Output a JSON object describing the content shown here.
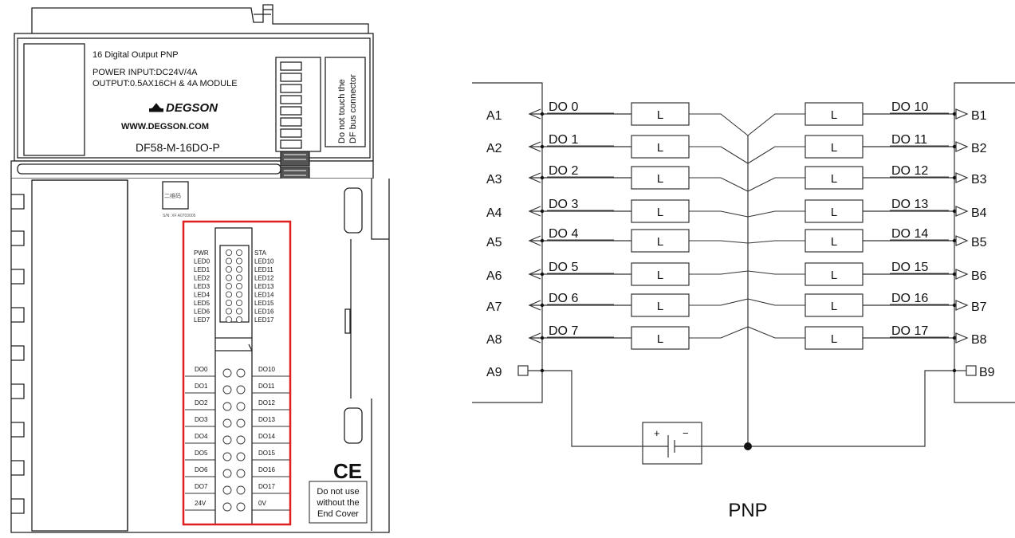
{
  "module": {
    "product_line": "16 Digital Output PNP",
    "power_input": "POWER INPUT:DC24V/4A",
    "output_spec": "OUTPUT:0.5AX16CH & 4A MODULE",
    "brand": "DEGSON",
    "website": "WWW.DEGSON.COM",
    "model": "DF58-M-16DO-P",
    "bus_warning_line1": "Do not touch the",
    "bus_warning_line2": "DF bus connector",
    "qr_label": "二维码",
    "serial_label": "S/N: XF A0703005",
    "led_left": [
      "PWR",
      "LED0",
      "LED1",
      "LED2",
      "LED3",
      "LED4",
      "LED5",
      "LED6",
      "LED7"
    ],
    "led_right": [
      "STA",
      "LED10",
      "LED11",
      "LED12",
      "LED13",
      "LED14",
      "LED15",
      "LED16",
      "LED17"
    ],
    "terminals_left": [
      "DO0",
      "DO1",
      "DO2",
      "DO3",
      "DO4",
      "DO5",
      "DO6",
      "DO7",
      "24V"
    ],
    "terminals_right": [
      "DO10",
      "DO11",
      "DO12",
      "DO13",
      "DO14",
      "DO15",
      "DO16",
      "DO17",
      "0V"
    ],
    "ce_mark": "CE",
    "end_cover_warning": [
      "Do not use",
      "without the",
      "End Cover"
    ],
    "highlight_color": "#e02020"
  },
  "wiring": {
    "left_pins": [
      "A1",
      "A2",
      "A3",
      "A4",
      "A5",
      "A6",
      "A7",
      "A8",
      "A9"
    ],
    "right_pins": [
      "B1",
      "B2",
      "B3",
      "B4",
      "B5",
      "B6",
      "B7",
      "B8",
      "B9"
    ],
    "left_channels": [
      "DO 0",
      "DO 1",
      "DO 2",
      "DO 3",
      "DO 4",
      "DO 5",
      "DO 6",
      "DO 7"
    ],
    "right_channels": [
      "DO 10",
      "DO 11",
      "DO 12",
      "DO 13",
      "DO 14",
      "DO 15",
      "DO 16",
      "DO 17"
    ],
    "load_label": "L",
    "battery_plus": "+",
    "battery_minus": "−",
    "caption": "PNP"
  }
}
